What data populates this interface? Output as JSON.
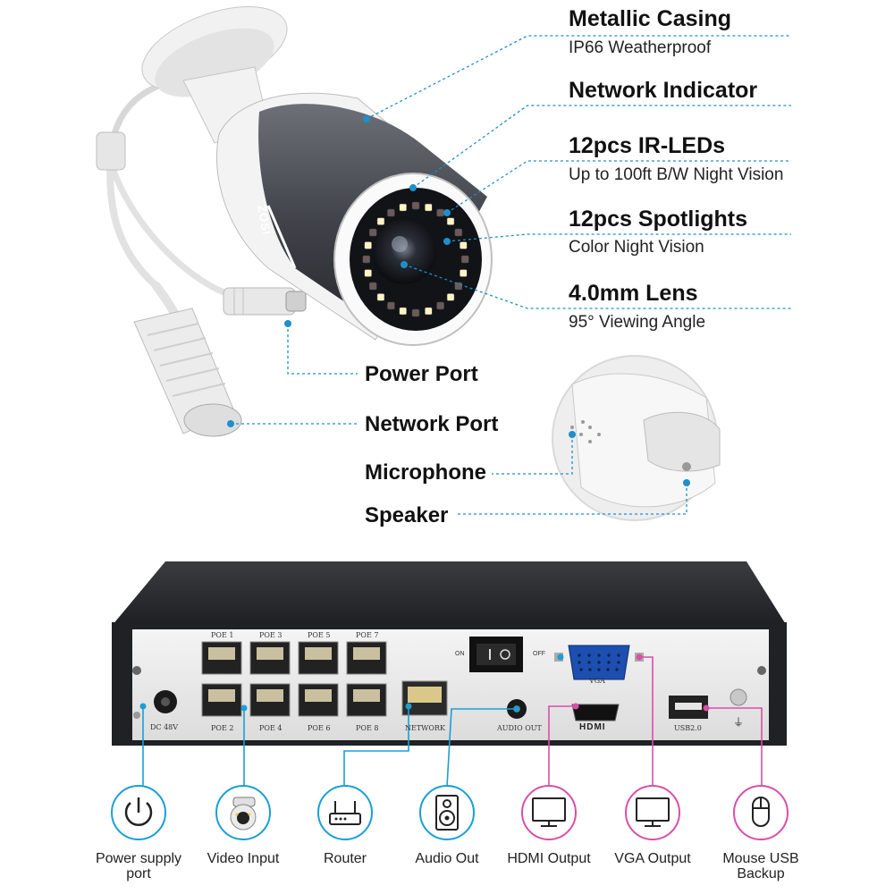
{
  "camera_features": [
    {
      "title": "Metallic Casing",
      "subtitle": "IP66 Weatherproof"
    },
    {
      "title": "Network Indicator",
      "subtitle": ""
    },
    {
      "title": "12pcs IR-LEDs",
      "subtitle": "Up to 100ft B/W Night Vision"
    },
    {
      "title": "12pcs Spotlights",
      "subtitle": "Color Night Vision"
    },
    {
      "title": "4.0mm Lens",
      "subtitle": "95° Viewing Angle"
    }
  ],
  "ports": [
    {
      "label": "Power Port"
    },
    {
      "label": "Network Port"
    },
    {
      "label": "Microphone"
    },
    {
      "label": "Speaker"
    }
  ],
  "brand": "ZOSI",
  "nvr": {
    "poe_top": [
      "POE 1",
      "POE 3",
      "POE 5",
      "POE 7"
    ],
    "poe_bottom": [
      "POE 2",
      "POE 4",
      "POE 6",
      "POE 8"
    ],
    "dc": "DC 48V",
    "network": "NETWORK",
    "audio": "AUDIO OUT",
    "vga": "VGA",
    "hdmi": "HDMI",
    "usb": "USB2.0",
    "on": "ON",
    "off": "OFF"
  },
  "interfaces": [
    {
      "label": "Power supply port",
      "icon": "power-icon",
      "color": "#1a9fd6"
    },
    {
      "label": "Video Input",
      "icon": "camera-icon",
      "color": "#1a9fd6"
    },
    {
      "label": "Router",
      "icon": "router-icon",
      "color": "#1a9fd6"
    },
    {
      "label": "Audio Out",
      "icon": "speaker-icon",
      "color": "#1a9fd6"
    },
    {
      "label": "HDMI Output",
      "icon": "monitor-icon",
      "color": "#d94fa8"
    },
    {
      "label": "VGA Output",
      "icon": "monitor-icon",
      "color": "#d94fa8"
    },
    {
      "label": "Mouse USB Backup",
      "icon": "mouse-icon",
      "color": "#d94fa8"
    }
  ]
}
